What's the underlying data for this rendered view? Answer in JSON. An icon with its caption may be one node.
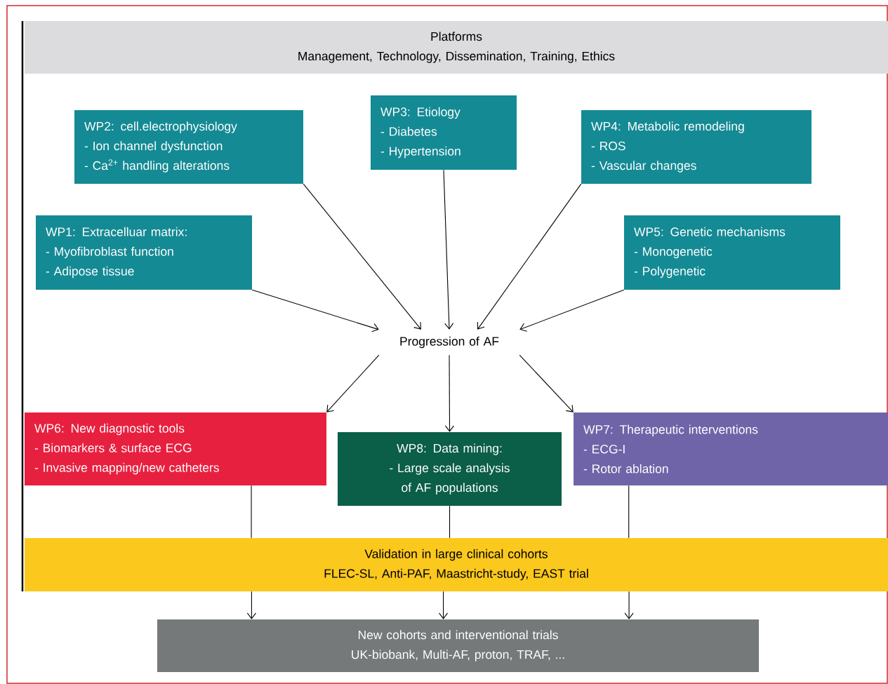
{
  "diagram": {
    "nodes": [
      {
        "text": [
          "Platforms",
          "Management, Technology, Dissemination, Training, Ethics"
        ]
      },
      {
        "text": [
          "WP2: cell.electrophysiology",
          "- Ion channel dysfunction",
          "- Ca$^{2+}$ handling alterations"
        ]
      },
      {
        "text": [
          "WP3: Etiology",
          "- Diabetes",
          "- Hypertension"
        ]
      },
      {
        "text": [
          "WP4: Metabolic remodeling",
          "- ROS",
          "- Vascular changes"
        ]
      },
      {
        "text": [
          "WP1: Extracelluar matrix:",
          "- Myofibroblast function",
          "- Adipose tissue"
        ]
      },
      {
        "text": [
          "WP5: Genetic mechanisms",
          "- Monogenetic",
          "- Polygenetic"
        ]
      },
      {
        "text": [
          "Progression of AF"
        ]
      },
      {
        "text": [
          "WP6: New diagnostic tools",
          "- Biomarkers & surface ECG",
          "- Invasive mapping/new catheters"
        ]
      },
      {
        "text": [
          "WP8: Data mining:",
          "- Large scale analysis of AF populations"
        ]
      },
      {
        "text": [
          "WP7: Therapeutic interventions",
          "- ECG-I",
          "- Rotor ablation"
        ]
      },
      {
        "text": [
          "Validation in large clinical cohorts",
          "FLEC-SL, Anti-PAF, Maastricht-study, EAST trial"
        ]
      },
      {
        "text": [
          "New cohorts and interventional trials",
          "UK-biobank, Multi-AF, proton, TRAF, ..."
        ]
      }
    ],
    "edges": [
      {
        "from": 1,
        "to": 6,
        "arrow": "to"
      },
      {
        "from": 2,
        "to": 6,
        "arrow": "to"
      },
      {
        "from": 3,
        "to": 6,
        "arrow": "to"
      },
      {
        "from": 4,
        "to": 6,
        "arrow": "to"
      },
      {
        "from": 5,
        "to": 6,
        "arrow": "to"
      },
      {
        "from": 6,
        "to": 7,
        "arrow": "to"
      },
      {
        "from": 6,
        "to": 8,
        "arrow": "to"
      },
      {
        "from": 6,
        "to": 9,
        "arrow": "to"
      },
      {
        "from": 7,
        "to": 10,
        "arrow": "none"
      },
      {
        "from": 8,
        "to": 10,
        "arrow": "none"
      },
      {
        "from": 9,
        "to": 10,
        "arrow": "none"
      },
      {
        "from": 10,
        "to": 11,
        "arrow": "to"
      },
      {
        "from": 10,
        "to": 11,
        "arrow": "to"
      },
      {
        "from": 10,
        "to": 11,
        "arrow": "to"
      }
    ]
  }
}
